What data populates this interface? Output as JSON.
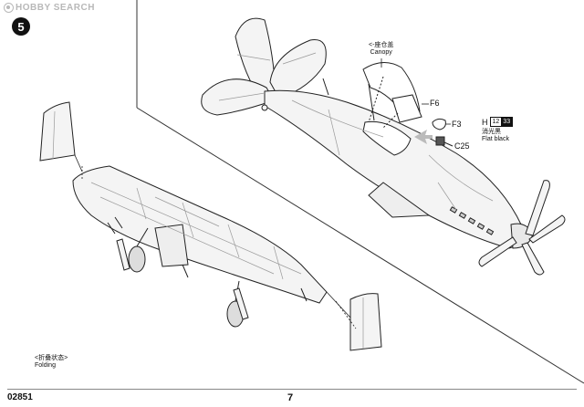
{
  "watermark": {
    "text": "HOBBY SEARCH"
  },
  "step": {
    "number": "5"
  },
  "callouts": {
    "canopy_cn": "<-座仓盖",
    "canopy_en": "Canopy",
    "f6": "F6",
    "f3": "F3",
    "c25": "C25",
    "paint_letter": "H",
    "paint_code_a": "12",
    "paint_code_b": "33",
    "paint_cn": "消光黑",
    "paint_en": "Flat black",
    "folding_cn": "<折叠状态>",
    "folding_en": "Folding"
  },
  "footer": {
    "product_code": "02851",
    "page_number": "7"
  },
  "colors": {
    "line": "#222222",
    "panel": "#9a9a9a",
    "fill": "#f4f4f4",
    "watermark": "#b8b8b8"
  }
}
